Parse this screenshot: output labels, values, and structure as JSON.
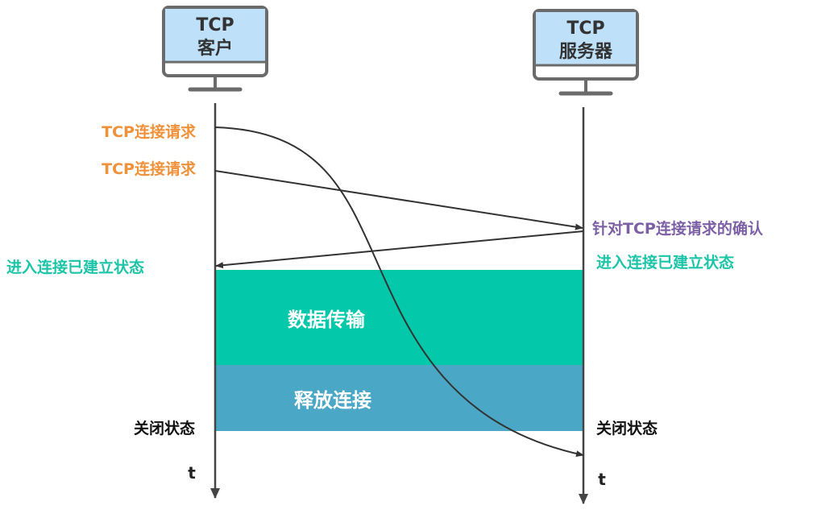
{
  "client": {
    "line1": "TCP",
    "line2": "客户"
  },
  "server": {
    "line1": "TCP",
    "line2": "服务器"
  },
  "labels": {
    "request1": "TCP连接请求",
    "request2": "TCP连接请求",
    "ack": "针对TCP连接请求的确认",
    "established_client": "进入连接已建立状态",
    "established_server": "进入连接已建立状态",
    "data_transfer": "数据传输",
    "release": "释放连接",
    "closed_client": "关闭状态",
    "closed_server": "关闭状态",
    "time_client": "t",
    "time_server": "t"
  },
  "colors": {
    "orange": "#f0913a",
    "purple": "#7d5fa6",
    "teal": "#1cc4a8",
    "data_block": "#03c8aa",
    "release_block": "#4aa7c6",
    "screen": "#bee0f8",
    "frame": "#6b6b6b"
  }
}
